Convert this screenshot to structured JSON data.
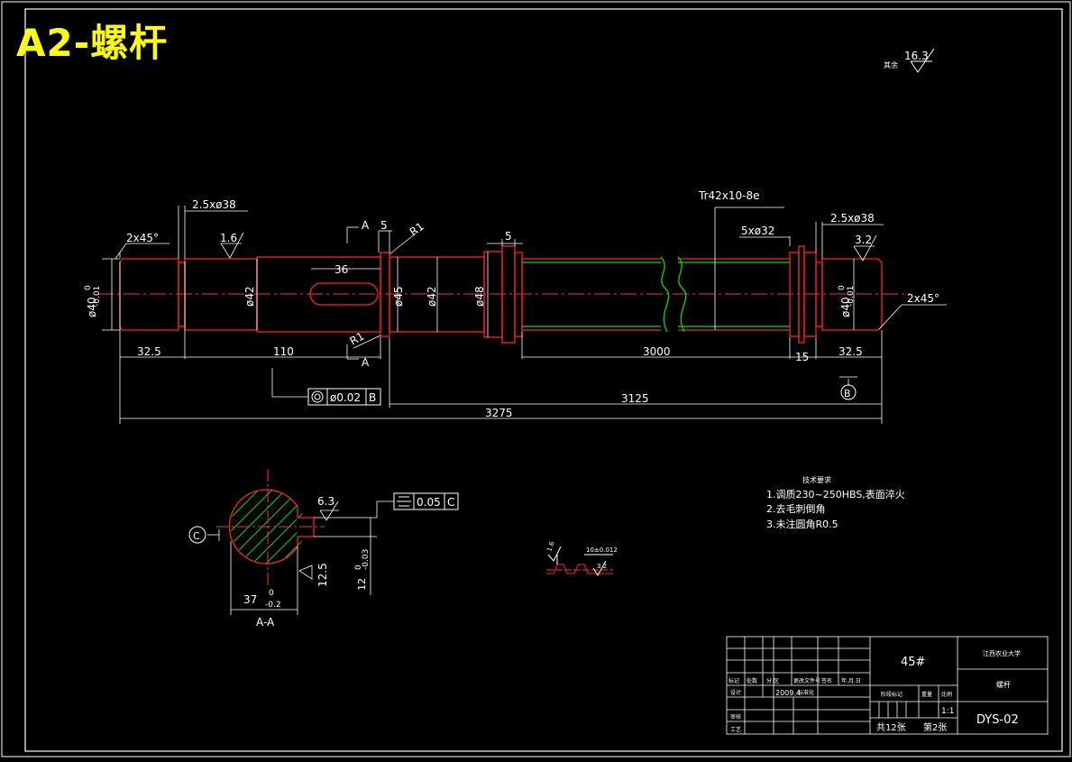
{
  "sheet": {
    "title": "A2-螺杆"
  },
  "colors": {
    "background": "#000000",
    "outline": "#ff0000",
    "lines": "#ffffff",
    "hatch": "#00ff00",
    "thread": "#00ff00",
    "title": "#ffff00"
  },
  "roughness": {
    "global_label": "其余",
    "global_value": "16.3",
    "shaft_1": "1.6",
    "shaft_2": "3.2",
    "section_1": "6.3",
    "section_2": "12.5"
  },
  "thread_spec": "Tr42x10-8e",
  "dims": {
    "chamfer_left": "2x45°",
    "chamfer_right": "2x45°",
    "groove_left": "2.5xø38",
    "groove_right": "2.5xø38",
    "groove_mid": "5xø32",
    "width_5a": "5",
    "width_5b": "5",
    "radius_1": "R1",
    "radius_2": "R1",
    "keyway_len": "36",
    "dia_40_left": "ø40",
    "dia_40_right": "ø40",
    "tol_upper": "0",
    "tol_lower": "-0.01",
    "dia_42a": "ø42",
    "dia_45": "ø45",
    "dia_42b": "ø42",
    "dia_48": "ø48",
    "len_32_5_left": "32.5",
    "len_110": "110",
    "len_3000": "3000",
    "len_15": "15",
    "len_32_5_right": "32.5",
    "len_3125": "3125",
    "len_3275": "3275"
  },
  "section": {
    "cut_a1": "A",
    "cut_a2": "A",
    "label": "A-A",
    "depth": "37",
    "depth_upper": "0",
    "depth_lower": "-0.2",
    "width": "12",
    "width_upper": "0",
    "width_lower": "-0.03"
  },
  "tolerances": {
    "coax_value": "ø0.02",
    "coax_datum": "B",
    "sym_value": "0.05",
    "sym_datum": "C",
    "datum_b": "B",
    "datum_c": "C"
  },
  "detail": {
    "dim": "10±0.012",
    "rough_1": "1.6",
    "rough_2": "3.2"
  },
  "tech_requirements": {
    "heading": "技术要求",
    "items": [
      "1.调质230~250HBS,表面淬火",
      "2.去毛刺倒角",
      "3.未注圆角R0.5"
    ]
  },
  "title_block": {
    "material": "45#",
    "school": "江西农业大学",
    "part_name": "螺杆",
    "drawing_no": "DYS-02",
    "labels": [
      "标记",
      "处数",
      "分 区",
      "更改文件号",
      "签名",
      "年.月.日",
      "设计",
      "标准化",
      "审核",
      "工艺",
      "阶段标记",
      "重量",
      "比例"
    ],
    "sign_year": "2009.4",
    "scale": "1:1",
    "sheets_total": "共12张",
    "sheet_no": "第2张"
  }
}
